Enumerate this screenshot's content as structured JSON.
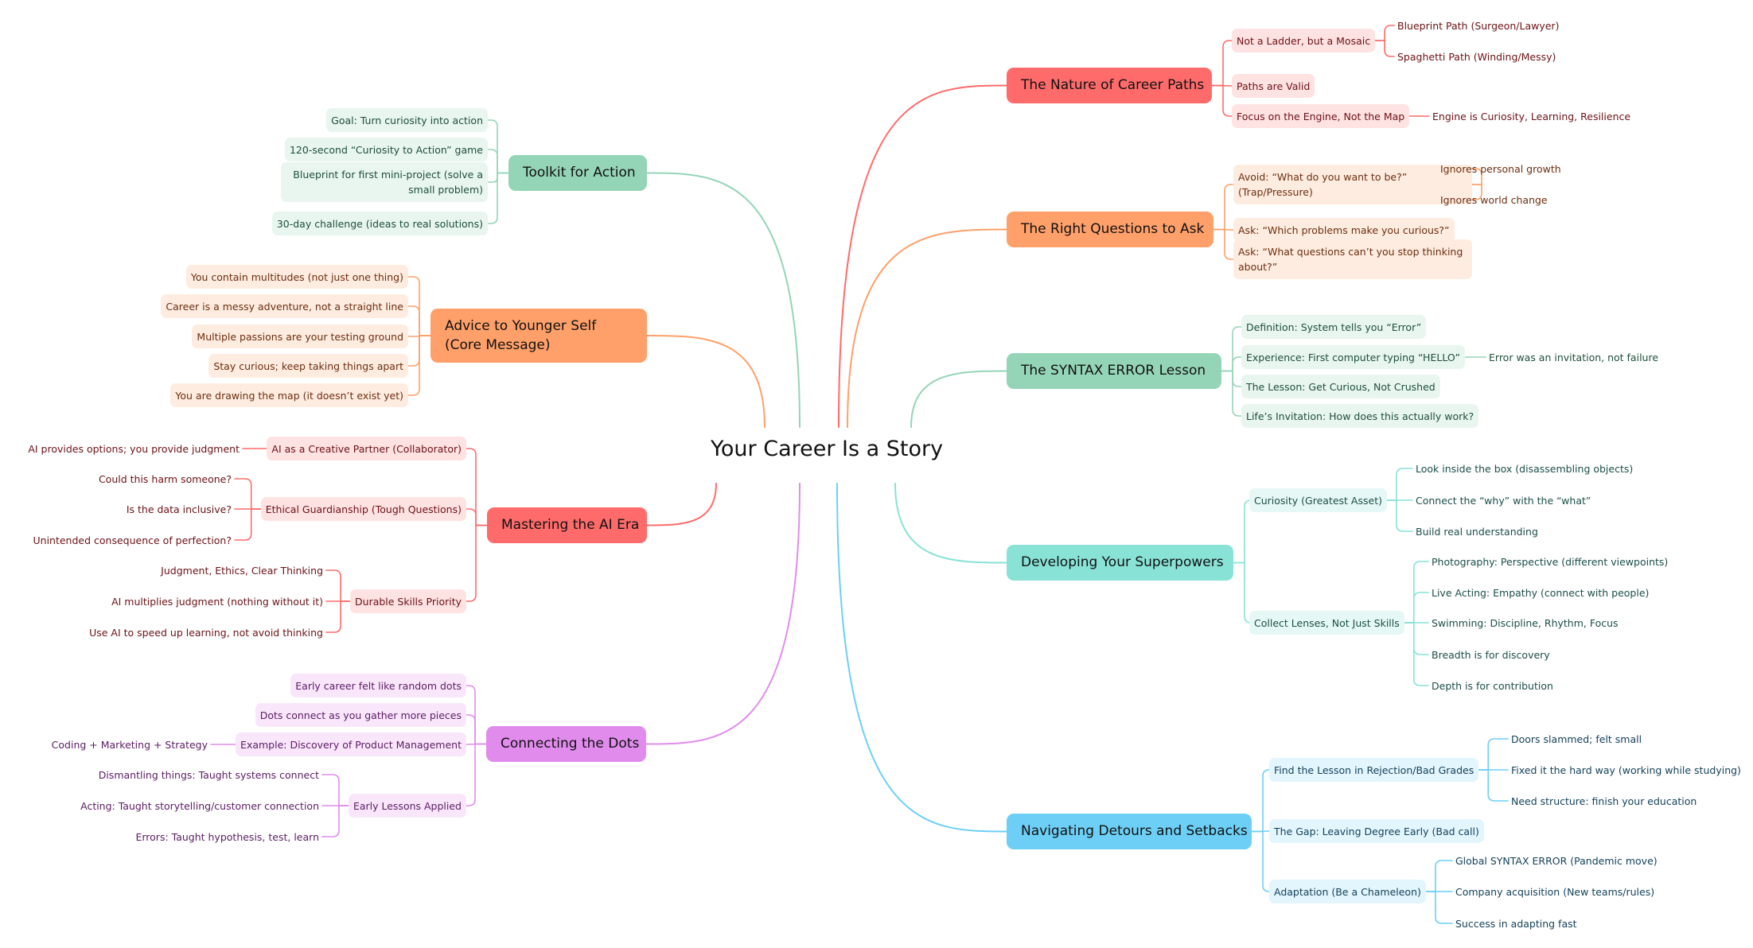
{
  "root": {
    "title": "Your Career Is a Story"
  },
  "colors": {
    "red": {
      "main": "#ff6b6b",
      "light": "#ffe2e2",
      "text": "#6b1216"
    },
    "orange": {
      "main": "#ffa06a",
      "light": "#ffece0",
      "text": "#6b2e10"
    },
    "green": {
      "main": "#95d5b7",
      "light": "#e8f6ef",
      "text": "#1f4f3b"
    },
    "teal": {
      "main": "#88e2d6",
      "light": "#e6f8f5",
      "text": "#1c4e48"
    },
    "blue": {
      "main": "#6dcff6",
      "light": "#e3f5fd",
      "text": "#15425a"
    },
    "purple": {
      "main": "#e18ced",
      "light": "#f9e6fb",
      "text": "#5a1c63"
    }
  },
  "branches": [
    {
      "id": "nature",
      "side": "right",
      "color": "red",
      "label": "The Nature of Career Paths",
      "children": [
        {
          "label": "Not a Ladder, but a Mosaic",
          "children": [
            "Blueprint Path (Surgeon/Lawyer)",
            "Spaghetti Path (Winding/Messy)"
          ]
        },
        {
          "label": "Paths are Valid",
          "children": []
        },
        {
          "label": "Focus on the Engine, Not the Map",
          "children": [
            "Engine is Curiosity, Learning, Resilience"
          ]
        }
      ]
    },
    {
      "id": "questions",
      "side": "right",
      "color": "orange",
      "label": "The Right Questions to Ask",
      "children": [
        {
          "label": "Avoid: “What do you want to be?” (Trap/Pressure)",
          "children": [
            "Ignores personal growth",
            "Ignores world change"
          ]
        },
        {
          "label": "Ask: “Which problems make you curious?”",
          "children": []
        },
        {
          "label": "Ask: “What questions can’t you stop thinking about?”",
          "children": []
        }
      ]
    },
    {
      "id": "syntax",
      "side": "right",
      "color": "green",
      "label": "The SYNTAX ERROR Lesson",
      "children": [
        {
          "label": "Definition: System tells you “Error”",
          "children": []
        },
        {
          "label": "Experience: First computer typing “HELLO”",
          "children": [
            "Error was an invitation, not failure"
          ]
        },
        {
          "label": "The Lesson: Get Curious, Not Crushed",
          "children": []
        },
        {
          "label": "Life’s Invitation: How does this actually work?",
          "children": []
        }
      ]
    },
    {
      "id": "superpowers",
      "side": "right",
      "color": "teal",
      "label": "Developing Your Superpowers",
      "children": [
        {
          "label": "Curiosity (Greatest Asset)",
          "children": [
            "Look inside the box (disassembling objects)",
            "Connect the “why” with the “what”",
            "Build real understanding"
          ]
        },
        {
          "label": "Collect Lenses, Not Just Skills",
          "children": [
            "Photography: Perspective (different viewpoints)",
            "Live Acting: Empathy (connect with people)",
            "Swimming: Discipline, Rhythm, Focus",
            "Breadth is for discovery",
            "Depth is for contribution"
          ]
        }
      ]
    },
    {
      "id": "detours",
      "side": "right",
      "color": "blue",
      "label": "Navigating Detours and Setbacks",
      "children": [
        {
          "label": "Find the Lesson in Rejection/Bad Grades",
          "children": [
            "Doors slammed; felt small",
            "Fixed it the hard way (working while studying)",
            "Need structure: finish your education"
          ]
        },
        {
          "label": "The Gap: Leaving Degree Early (Bad call)",
          "children": []
        },
        {
          "label": "Adaptation (Be a Chameleon)",
          "children": [
            "Global SYNTAX ERROR (Pandemic move)",
            "Company acquisition (New teams/rules)",
            "Success in adapting fast"
          ]
        }
      ]
    },
    {
      "id": "toolkit",
      "side": "left",
      "color": "green",
      "label": "Toolkit for Action",
      "children": [
        {
          "label": "Goal: Turn curiosity into action",
          "children": []
        },
        {
          "label": "120-second “Curiosity to Action” game",
          "children": []
        },
        {
          "label": "Blueprint for first mini-project (solve a small problem)",
          "children": []
        },
        {
          "label": "30-day challenge (ideas to real solutions)",
          "children": []
        }
      ]
    },
    {
      "id": "advice",
      "side": "left",
      "color": "orange",
      "label": "Advice to Younger Self (Core Message)",
      "children": [
        {
          "label": "You contain multitudes (not just one thing)",
          "children": []
        },
        {
          "label": "Career is a messy adventure, not a straight line",
          "children": []
        },
        {
          "label": "Multiple passions are your testing ground",
          "children": []
        },
        {
          "label": "Stay curious; keep taking things apart",
          "children": []
        },
        {
          "label": "You are drawing the map (it doesn’t exist yet)",
          "children": []
        }
      ]
    },
    {
      "id": "ai",
      "side": "left",
      "color": "red",
      "label": "Mastering the AI Era",
      "children": [
        {
          "label": "AI as a Creative Partner (Collaborator)",
          "children": [
            "AI provides options; you provide judgment"
          ]
        },
        {
          "label": "Ethical Guardianship (Tough Questions)",
          "children": [
            "Could this harm someone?",
            "Is the data inclusive?",
            "Unintended consequence of perfection?"
          ]
        },
        {
          "label": "Durable Skills Priority",
          "children": [
            "Judgment, Ethics, Clear Thinking",
            "AI multiplies judgment (nothing without it)",
            "Use AI to speed up learning, not avoid thinking"
          ]
        }
      ]
    },
    {
      "id": "dots",
      "side": "left",
      "color": "purple",
      "label": "Connecting the Dots",
      "children": [
        {
          "label": "Early career felt like random dots",
          "children": []
        },
        {
          "label": "Dots connect as you gather more pieces",
          "children": []
        },
        {
          "label": "Example: Discovery of Product Management",
          "children": [
            "Coding + Marketing + Strategy"
          ]
        },
        {
          "label": "Early Lessons Applied",
          "children": [
            "Dismantling things: Taught systems connect",
            "Acting: Taught storytelling/customer connection",
            "Errors: Taught hypothesis, test, learn"
          ]
        }
      ]
    }
  ]
}
